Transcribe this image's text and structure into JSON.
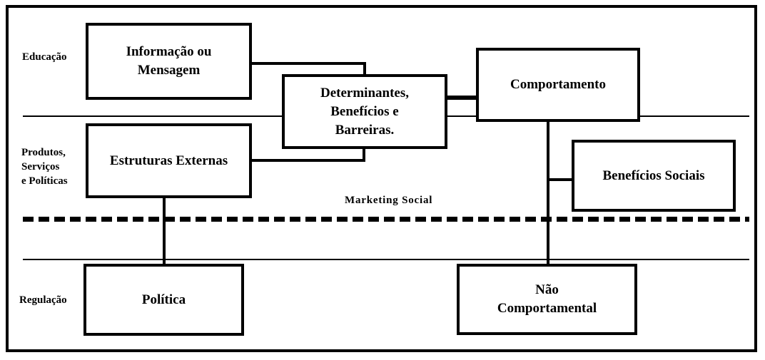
{
  "diagram": {
    "title_context": "Social marketing conceptual diagram",
    "colors": {
      "line": "#000000",
      "background": "#ffffff",
      "text": "#000000"
    },
    "boxes": {
      "informacao": {
        "lines": [
          "Informação ou",
          "Mensagem"
        ]
      },
      "determinantes": {
        "lines": [
          "Determinantes,",
          "Benefícios e",
          "Barreiras."
        ]
      },
      "comportamento": {
        "lines": [
          "Comportamento"
        ]
      },
      "estruturas": {
        "lines": [
          "Estruturas Externas"
        ]
      },
      "beneficios": {
        "lines": [
          "Benefícios Sociais"
        ]
      },
      "politica": {
        "lines": [
          "Política"
        ]
      },
      "nao_comportamental": {
        "lines": [
          "Não",
          "Comportamental"
        ]
      }
    },
    "row_labels": {
      "educacao": {
        "lines": [
          "Educação"
        ]
      },
      "produtos": {
        "lines": [
          "Produtos,",
          "Serviços",
          "e Políticas"
        ]
      },
      "regulacao": {
        "lines": [
          "Regulação"
        ]
      }
    },
    "labels": {
      "marketing_social": "Marketing Social"
    }
  }
}
